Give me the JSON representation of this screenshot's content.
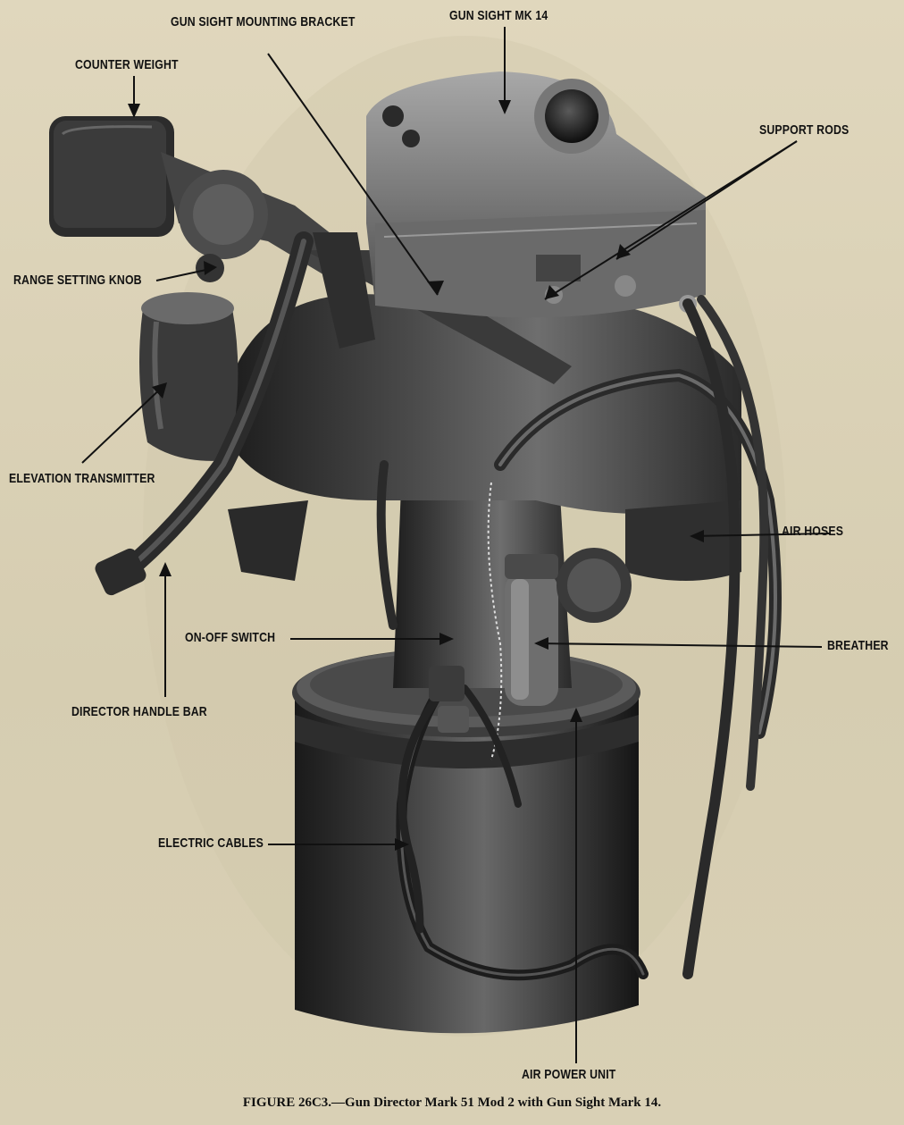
{
  "labels": {
    "gun_sight_mounting_bracket": "GUN SIGHT MOUNTING BRACKET",
    "gun_sight_mk14": "GUN SIGHT MK 14",
    "counter_weight": "COUNTER WEIGHT",
    "support_rods": "SUPPORT RODS",
    "range_setting_knob": "RANGE SETTING KNOB",
    "elevation_transmitter": "ELEVATION TRANSMITTER",
    "air_hoses": "AIR HOSES",
    "on_off_switch": "ON-OFF SWITCH",
    "breather": "BREATHER",
    "director_handle_bar": "DIRECTOR HANDLE BAR",
    "electric_cables": "ELECTRIC CABLES",
    "air_power_unit": "AIR POWER UNIT"
  },
  "caption": "FIGURE 26C3.—Gun Director Mark 51 Mod 2 with Gun Sight Mark 14.",
  "colors": {
    "paper": "#d8cfb4",
    "machine_dark": "#2a2a2a",
    "machine_mid": "#5a5a5a",
    "machine_light": "#9a9a9a"
  }
}
